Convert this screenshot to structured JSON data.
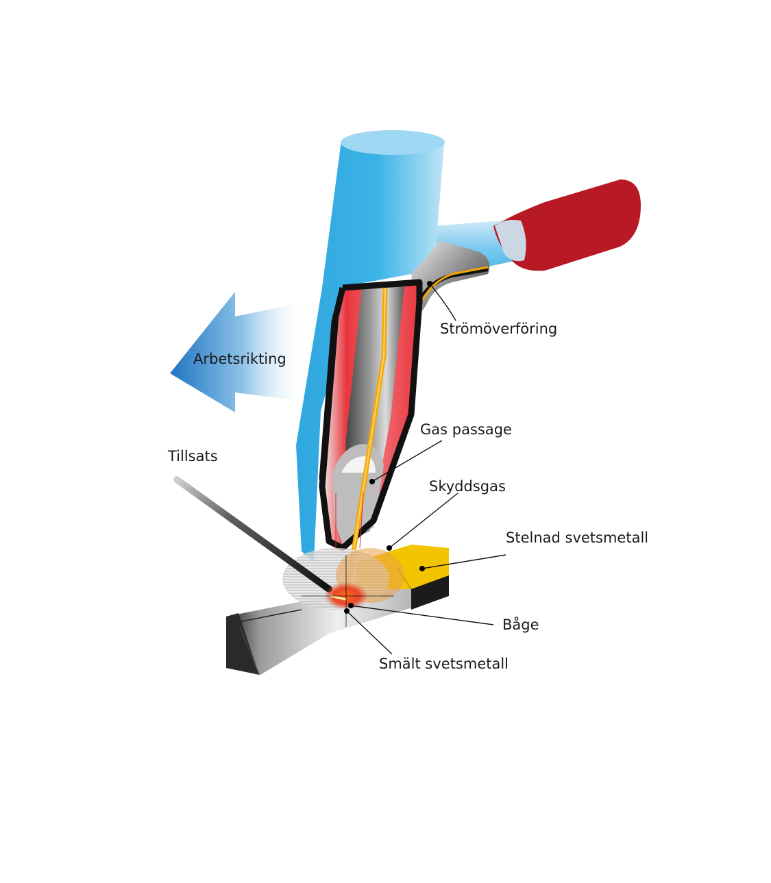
{
  "labels": {
    "strom": "Strömöverföring",
    "arbetsriktning": "Arbetsrikting",
    "gas_passage": "Gas passage",
    "tillsats": "Tillsats",
    "skyddsgas": "Skyddsgas",
    "stelnad": "Stelnad svetsmetall",
    "bage": "Båge",
    "smalt": "Smält svetsmetall"
  },
  "colors": {
    "torch_blue": "#2fa7df",
    "handle_red": "#b81a25",
    "filler_orange": "#f5a800",
    "weld_yellow": "#f3c400"
  }
}
